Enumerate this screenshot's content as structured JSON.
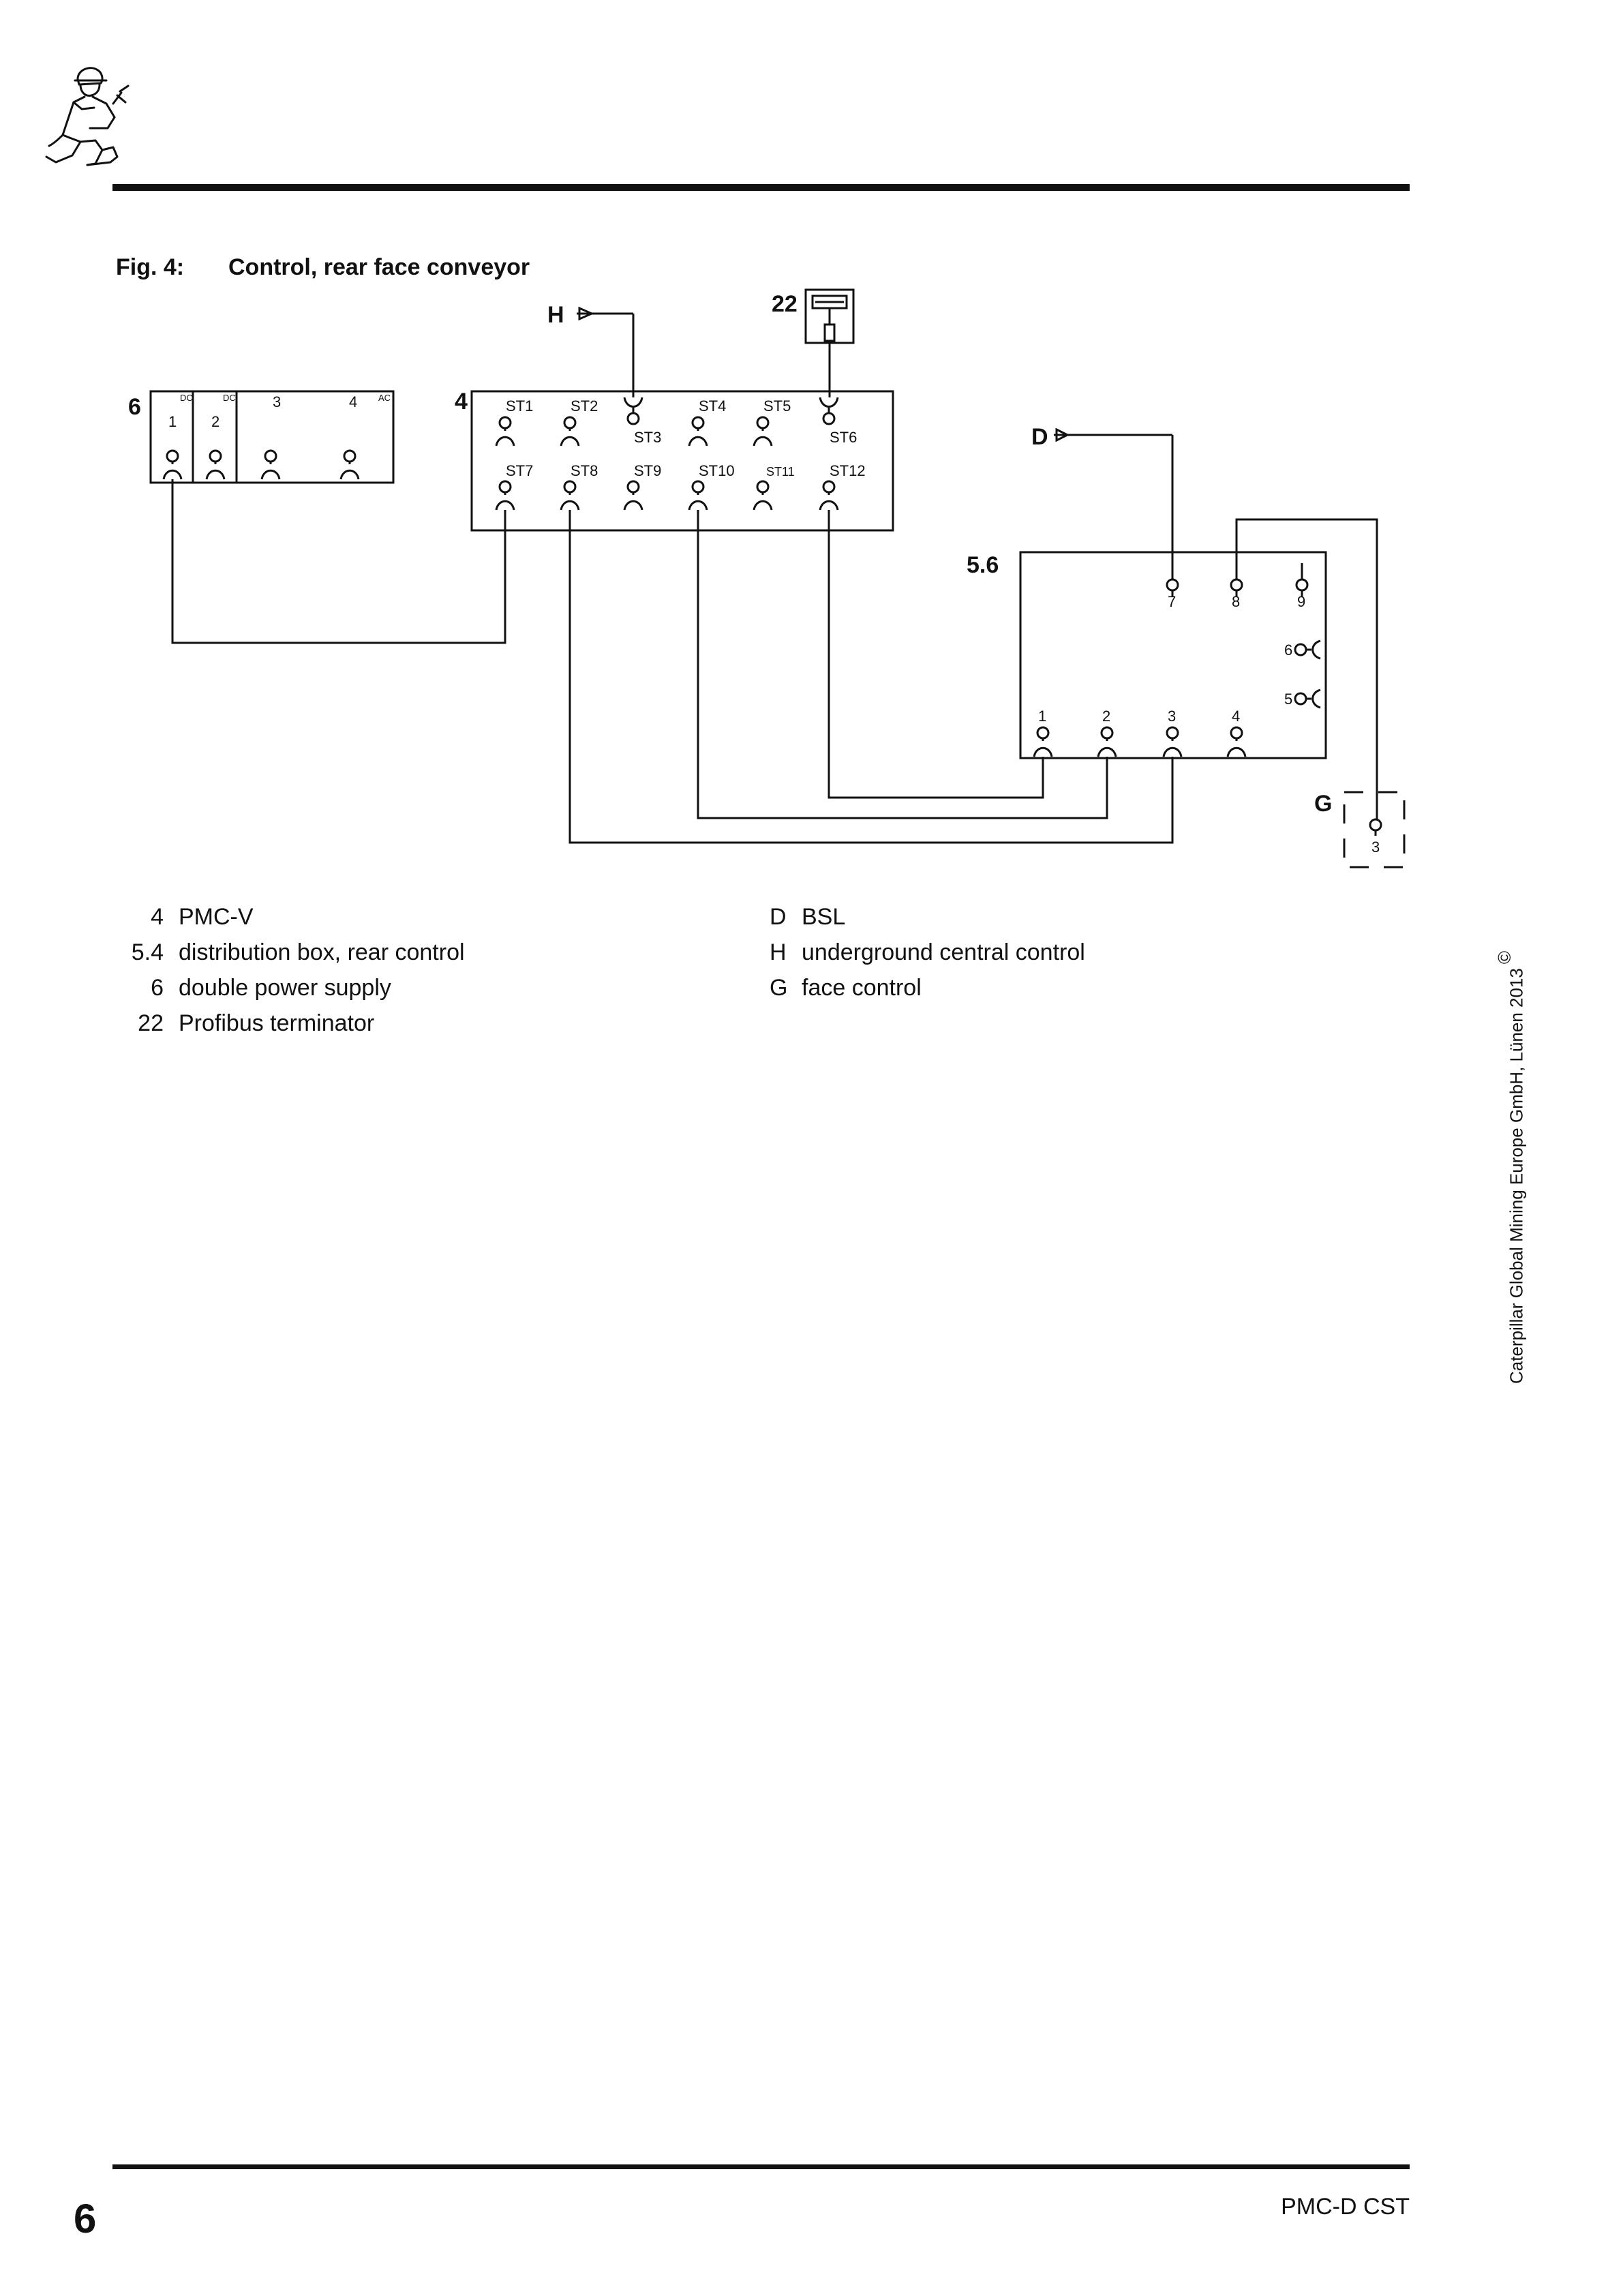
{
  "figure": {
    "number": "Fig. 4:",
    "title": "Control, rear face conveyor"
  },
  "diagram": {
    "labels": {
      "H": "H",
      "D": "D",
      "G": "G",
      "terminator": "22",
      "power_supply": "6",
      "pmc_v": "4",
      "dist_box": "5.6"
    },
    "power_supply": {
      "dc1": "DC",
      "dc2": "DC",
      "ac": "AC",
      "slot1": "1",
      "slot2": "2",
      "slot3": "3",
      "slot4": "4"
    },
    "pmc_v_ports": {
      "st1": "ST1",
      "st2": "ST2",
      "st3": "ST3",
      "st4": "ST4",
      "st5": "ST5",
      "st6": "ST6",
      "st7": "ST7",
      "st8": "ST8",
      "st9": "ST9",
      "st10": "ST10",
      "st11": "ST11",
      "st12": "ST12"
    },
    "dist_box_pins": {
      "p1": "1",
      "p2": "2",
      "p3": "3",
      "p4": "4",
      "p5": "5",
      "p6": "6",
      "p7": "7",
      "p8": "8",
      "p9": "9"
    },
    "face_control_pin": "3"
  },
  "legend": {
    "left": [
      {
        "num": "4",
        "text": "PMC-V"
      },
      {
        "num": "5.4",
        "text": "distribution box, rear control"
      },
      {
        "num": "6",
        "text": "double power supply"
      },
      {
        "num": "22",
        "text": "Profibus terminator"
      }
    ],
    "right": [
      {
        "num": "D",
        "text": "BSL"
      },
      {
        "num": "H",
        "text": "underground central control"
      },
      {
        "num": "G",
        "text": "face control"
      }
    ]
  },
  "copyright": "Caterpillar Global Mining Europe GmbH, Lünen 2013",
  "copyright_symbol": "©",
  "footer": {
    "page_number": "6",
    "document": "PMC-D CST"
  },
  "icons": {
    "header": "worker-icon"
  }
}
